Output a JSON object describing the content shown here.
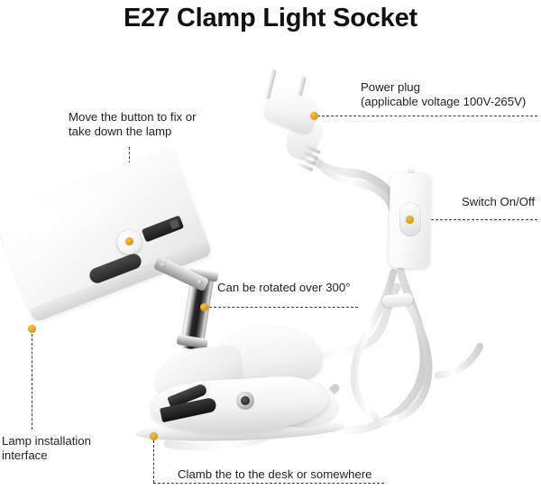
{
  "title": "E27 Clamp Light Socket",
  "accent_color": "#e3a014",
  "text_color": "#231f20",
  "background": "#ffffff",
  "callouts": [
    {
      "id": "move-button",
      "lines": [
        "Move the button to fix or",
        "take down the lamp"
      ],
      "marker": "orange-dot",
      "target": "lamp-adjustment-knob"
    },
    {
      "id": "power-plug",
      "lines": [
        "Power plug",
        "(applicable voltage 100V-265V)"
      ],
      "marker": "orange-dot",
      "target": "power-plug"
    },
    {
      "id": "switch",
      "lines": [
        "Switch On/Off"
      ],
      "marker": "orange-dot",
      "target": "inline-switch"
    },
    {
      "id": "rotation",
      "lines": [
        "Can be rotated over 300°"
      ],
      "marker": "orange-dot",
      "target": "swivel-rod"
    },
    {
      "id": "lamp-interface",
      "lines": [
        "Lamp installation",
        "interface"
      ],
      "marker": "orange-dot",
      "target": "lamp-shade-socket-end"
    },
    {
      "id": "clamp",
      "lines": [
        "Clamb the to the desk or somewhere"
      ],
      "marker": "orange-dot",
      "target": "spring-clamp"
    }
  ],
  "parts": {
    "lamp_shade": "lamp-shade",
    "adjust_knob": "adjustment-knob",
    "swivel_rod": "swivel-rod",
    "spring_clamp": "spring-clamp",
    "power_plug": "power-plug",
    "inline_switch": "inline-switch",
    "power_cable": "power-cable",
    "cable_tie": "cable-tie"
  }
}
